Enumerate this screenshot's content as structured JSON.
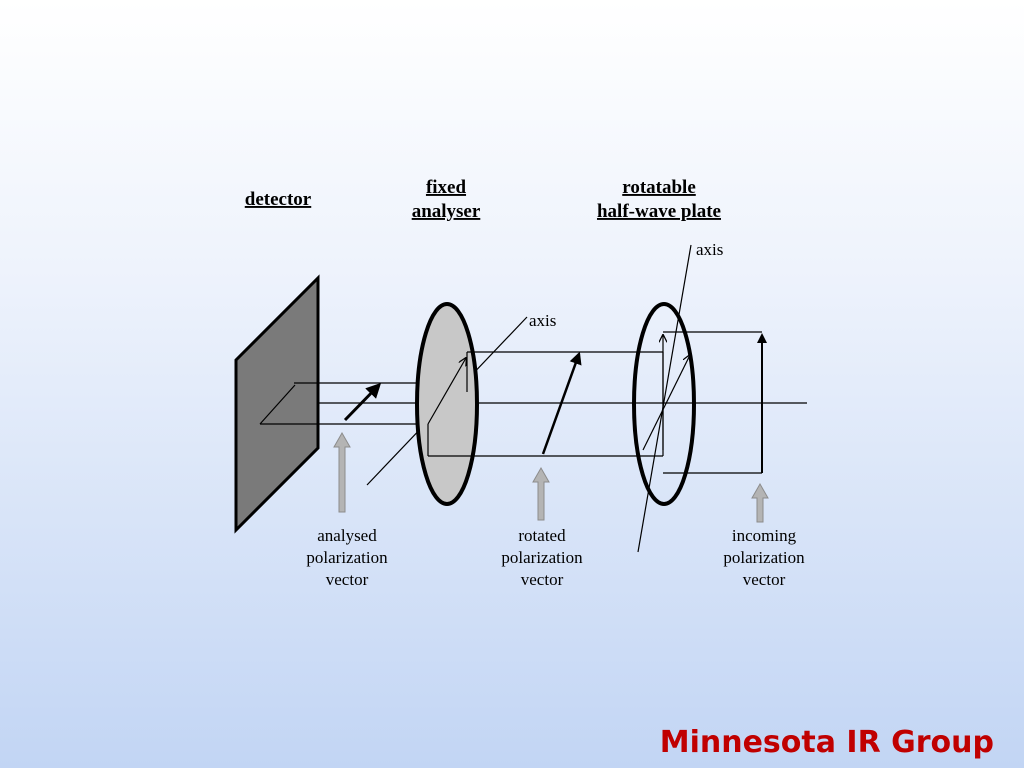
{
  "headers": {
    "detector": "detector",
    "fixed_line1": "fixed",
    "fixed_line2": "analyser",
    "rotatable_line1": "rotatable",
    "rotatable_line2": "half-wave plate"
  },
  "axis_labels": {
    "analyser_axis": "axis",
    "plate_axis": "axis"
  },
  "captions": {
    "analysed": [
      "analysed",
      "polarization",
      "vector"
    ],
    "rotated": [
      "rotated",
      "polarization",
      "vector"
    ],
    "incoming": [
      "incoming",
      "polarization",
      "vector"
    ]
  },
  "footer": "Minnesota IR Group",
  "colors": {
    "detector_fill": "#7a7a7a",
    "analyser_fill": "#c8c8c8",
    "pointer_arrow": "#b4b4b4",
    "footer": "#c00000"
  }
}
